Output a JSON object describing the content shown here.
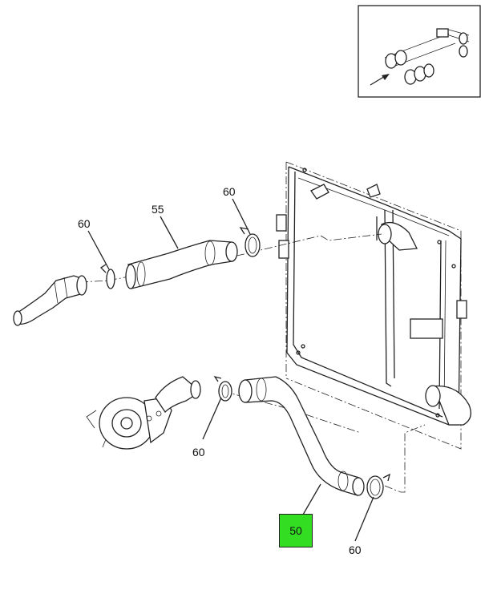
{
  "callouts": {
    "clamp_upper_left": "60",
    "hose_upper": "55",
    "clamp_upper_right": "60",
    "clamp_lower_left": "60",
    "hose_lower": "50",
    "clamp_lower_right": "60"
  },
  "colors": {
    "highlight": "#33dd22",
    "line": "#222222",
    "background": "#ffffff"
  },
  "highlighted_part": "50"
}
